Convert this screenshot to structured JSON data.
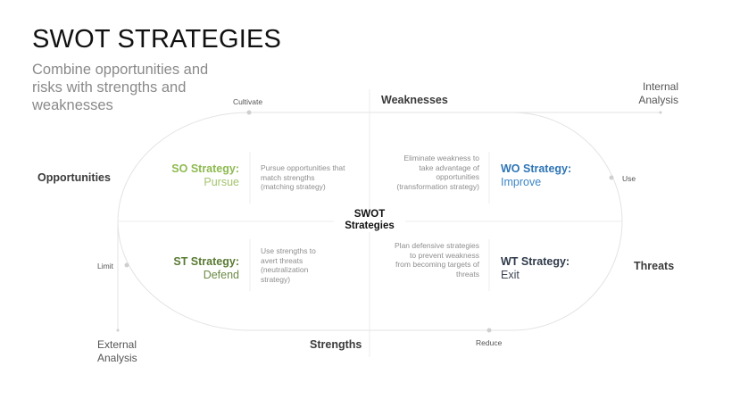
{
  "header": {
    "title": "SWOT STRATEGIES",
    "subtitle": "Combine opportunities and risks with strengths and weaknesses"
  },
  "axes": {
    "internal_analysis": "Internal Analysis",
    "external_analysis": "External Analysis",
    "weaknesses": "Weaknesses",
    "strengths": "Strengths",
    "opportunities": "Opportunities",
    "threats": "Threats"
  },
  "markers": {
    "cultivate": "Cultivate",
    "use": "Use",
    "limit": "Limit",
    "reduce": "Reduce"
  },
  "center": {
    "line1": "SWOT",
    "line2": "Strategies"
  },
  "strategies": {
    "so": {
      "title": "SO Strategy:",
      "action": "Pursue",
      "description": "Pursue opportunities that match strengths (matching strategy)",
      "color": "#8dba4f"
    },
    "wo": {
      "title": "WO Strategy:",
      "action": "Improve",
      "description": "Eliminate weakness to take advantage of opportunities (transformation strategy)",
      "color": "#2e75b6"
    },
    "st": {
      "title": "ST Strategy:",
      "action": "Defend",
      "description": "Use strengths to avert threats (neutralization strategy)",
      "color": "#5a7a33"
    },
    "wt": {
      "title": "WT Strategy:",
      "action": "Exit",
      "description": "Plan defensive strategies to prevent weakness from becoming targets of threats",
      "color": "#2f3a4a"
    }
  },
  "colors": {
    "line": "#e3e3e3",
    "dot": "#cfcfcf"
  }
}
